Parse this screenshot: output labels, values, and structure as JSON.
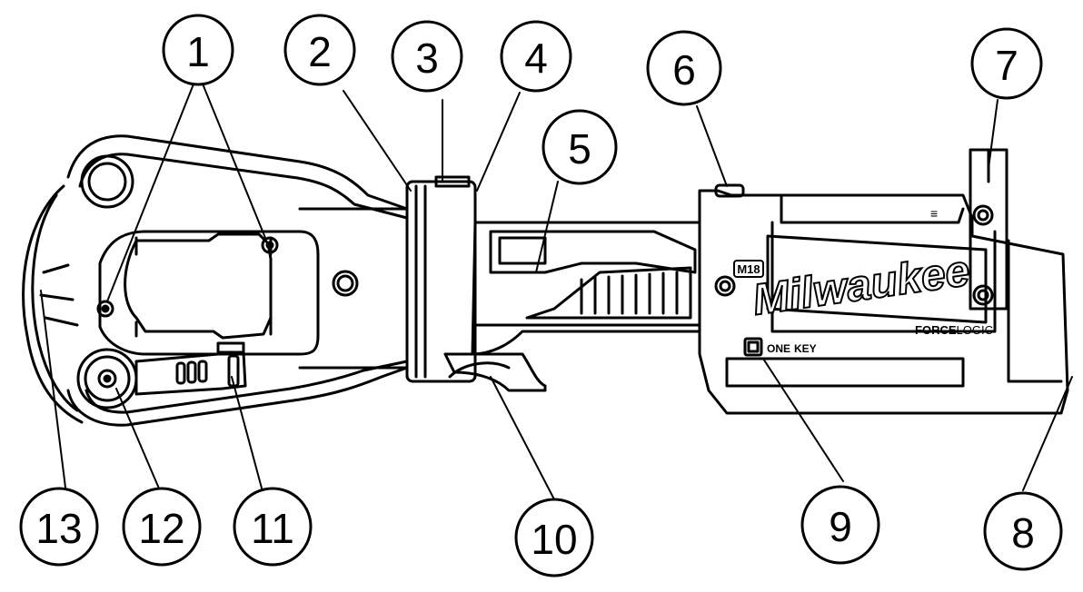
{
  "diagram": {
    "brand": "Milwaukee",
    "model_badge": "M18",
    "platform_label": "ONE-KEY",
    "platform_text": "ONE",
    "platform_text2": "KEY",
    "tech_label": "FORCELOGIC",
    "tech_text1": "FORCE",
    "tech_text2": "LOGIC",
    "side_mark": "≡",
    "callouts": [
      "1",
      "2",
      "3",
      "4",
      "5",
      "6",
      "7",
      "8",
      "9",
      "10",
      "11",
      "12",
      "13"
    ],
    "colors": {
      "line": "#000000",
      "fill": "#ffffff",
      "shade": "#e8e8e8",
      "dark": "#1a1a1a"
    }
  }
}
